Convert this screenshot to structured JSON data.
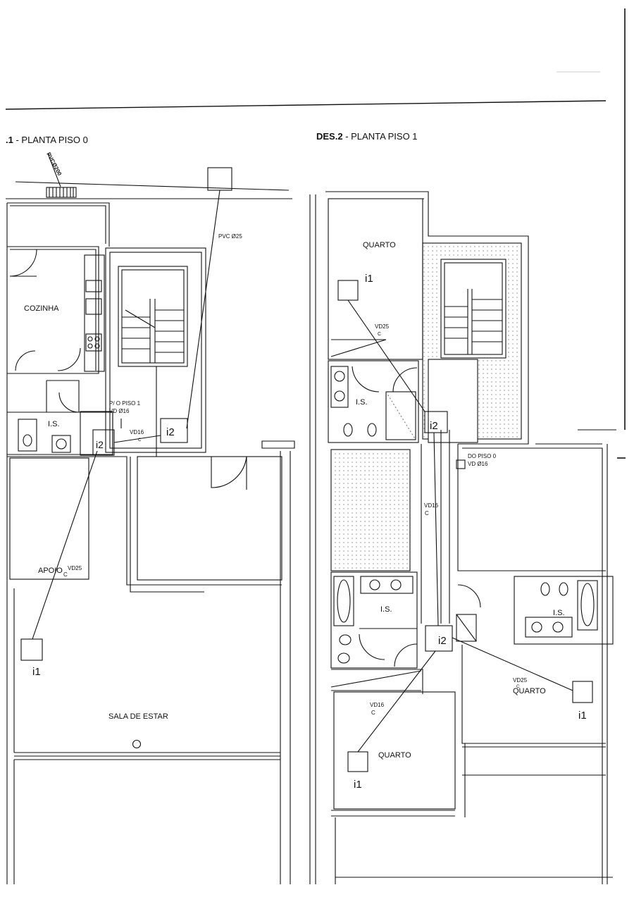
{
  "sheet": {
    "title_left_num": ".1",
    "title_left_text": " - PLANTA PISO 0",
    "title_right_num": "DES.2",
    "title_right_text": " - PLANTA PISO 1"
  },
  "floor0": {
    "rooms": {
      "kitchen": "COZINHA",
      "bath": "I.S.",
      "support": "APOIO",
      "living": "SALA DE ESTAR"
    },
    "conduits": {
      "pvc200": "PVCØ200",
      "pvc25": "PVC Ø25",
      "to_floor1": "P/  O  PISO  1",
      "vd16_riser": "VD Ø16",
      "vd16": "VD16",
      "vd16_c": "C",
      "vd25": "VD25",
      "vd25_c": "C"
    },
    "markers": {
      "i2_a": "i2",
      "i2_b": "i2",
      "i1": "i1"
    }
  },
  "floor1": {
    "rooms": {
      "bedroom_top": "QUARTO",
      "bath_top": "I.S.",
      "bath_mid": "I.S.",
      "bath_right": "I.S.",
      "bedroom_right": "QUARTO",
      "bedroom_bottom": "QUARTO"
    },
    "conduits": {
      "vd25_top": "VD25",
      "vd25_top_c": "C",
      "from_floor0": "DO  PISO  0",
      "vd16_riser": "VD Ø16",
      "vd16_mid": "VD16",
      "vd16_mid_c": "C",
      "vd25_right": "VD25",
      "vd25_right_c": "C",
      "vd16_bottom": "VD16",
      "vd16_bottom_c": "C"
    },
    "markers": {
      "i1_top": "i1",
      "i2_top": "i2",
      "i2_bottom": "i2",
      "i1_right": "i1",
      "i1_bottom": "i1"
    }
  }
}
